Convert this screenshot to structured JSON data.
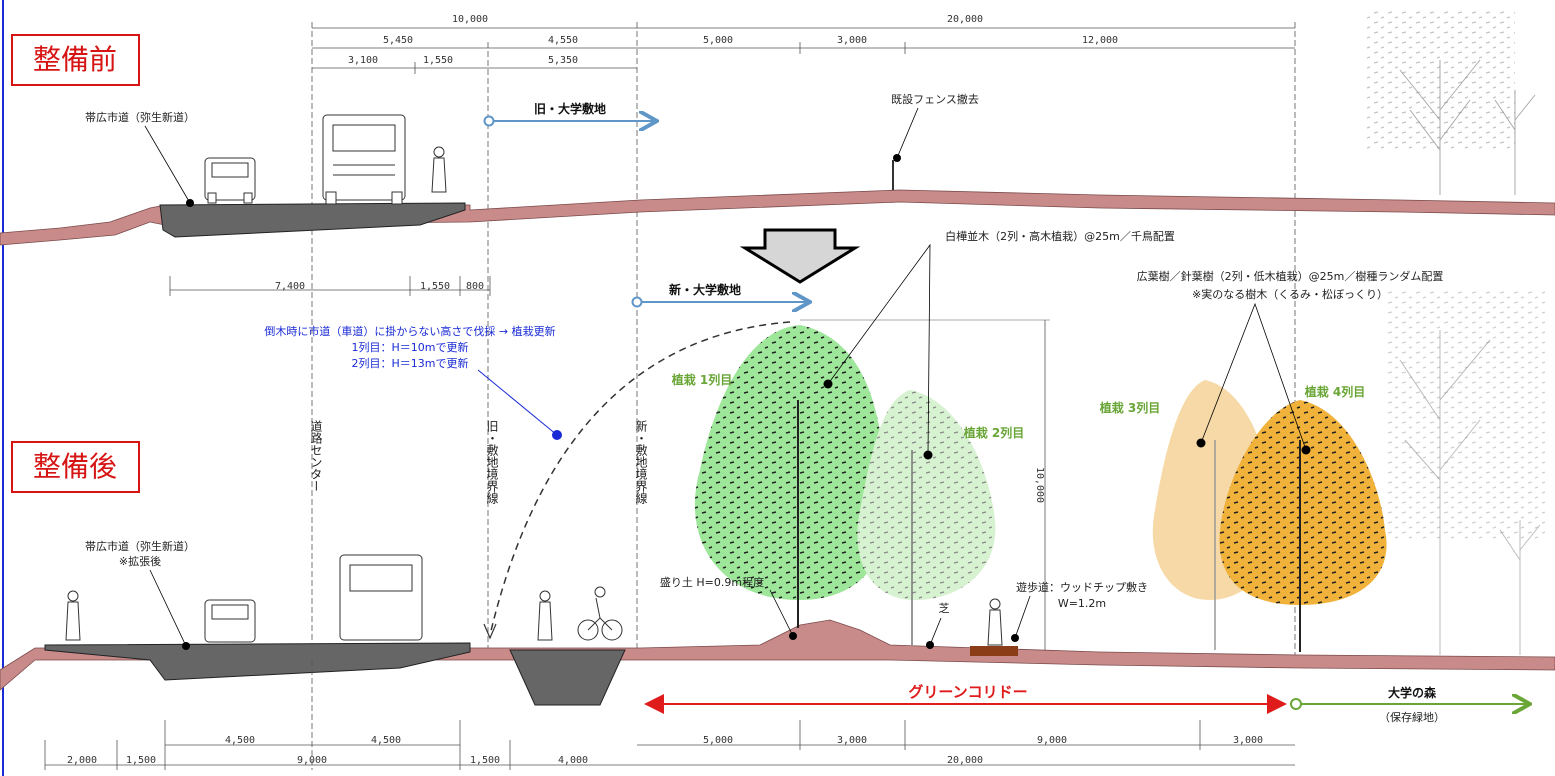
{
  "before": {
    "title": "整備前",
    "top_dims": {
      "row1": [
        "10,000",
        "20,000"
      ],
      "row2": [
        "5,450",
        "4,550",
        "5,000",
        "3,000",
        "12,000"
      ],
      "row3": [
        "3,100",
        "1,550",
        "5,350"
      ]
    },
    "road_label": "帯広市道（弥生新道）",
    "old_site": "旧・大学敷地",
    "fence": "既設フェンス撤去",
    "lower_dims": [
      "7,400",
      "1,550",
      "800"
    ]
  },
  "after": {
    "title": "整備後",
    "new_site": "新・大学敷地",
    "birch": "白樺並木（2列・高木植栽）@25m／千鳥配置",
    "broadleaf_line1": "広葉樹／針葉樹（2列・低木植栽）@25m／樹種ランダム配置",
    "broadleaf_line2": "※実のなる樹木（くるみ・松ぼっくり）",
    "felling_line1": "倒木時に市道（車道）に掛からない高さで伐採 → 植栽更新",
    "felling_line2": "1列目：H＝10mで更新",
    "felling_line3": "2列目：H＝13mで更新",
    "row1": "植栽 1列目",
    "row2": "植栽 2列目",
    "row3": "植栽 3列目",
    "row4": "植栽 4列目",
    "road_center": "道路センター",
    "old_boundary": "旧・敷地境界線",
    "new_boundary": "新・敷地境界線",
    "tree_height": "10,000",
    "road_label_line1": "帯広市道（弥生新道）",
    "road_label_line2": "※拡張後",
    "mound": "盛り土 H=0.9m程度",
    "grass": "芝",
    "path_line1": "遊歩道：ウッドチップ敷き",
    "path_line2": "W=1.2m",
    "corridor": "グリーンコリドー",
    "forest": "大学の森",
    "forest_sub": "（保存緑地）",
    "bottom_dims": {
      "upper": [
        "4,500",
        "4,500",
        "5,000",
        "3,000",
        "9,000",
        "3,000"
      ],
      "lower": [
        "2,000",
        "1,500",
        "9,000",
        "1,500",
        "4,000",
        "20,000"
      ]
    }
  },
  "colors": {
    "title_red": "#d61414",
    "ground": "#c98a8a",
    "road": "#666666",
    "arrow_blue": "#5f96c8",
    "note_blue": "#1a2bd6",
    "green_label": "#6aa637",
    "corridor_red": "#e01b1b",
    "forest_green": "#6aa637",
    "tree_green": "#9ee79a",
    "tree_light": "#d7f2d0",
    "tree_beige": "#f6d9a6",
    "tree_orange": "#f0b23a",
    "path_brown": "#8a3d16"
  }
}
